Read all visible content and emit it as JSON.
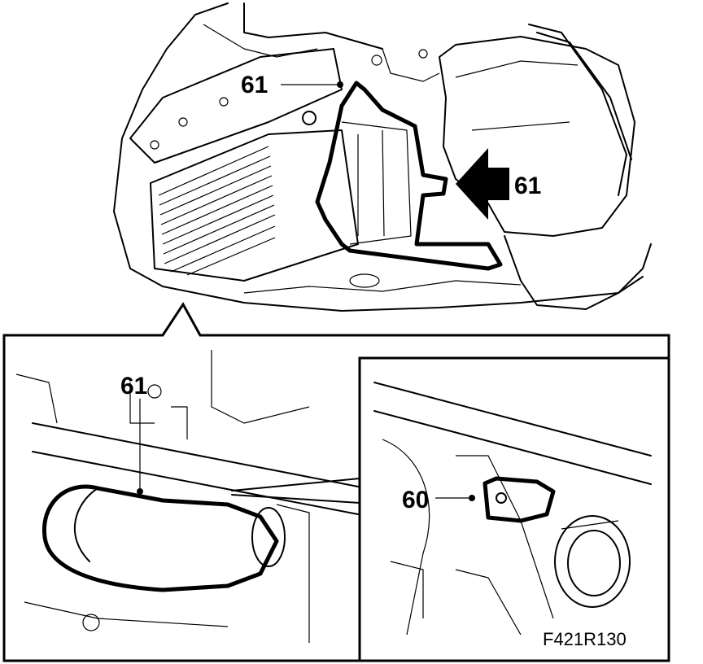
{
  "callouts": {
    "top_bracket_label": "61",
    "top_arrow_label": "61",
    "left_inset_label": "61",
    "right_inset_label": "60"
  },
  "figure_id": "F421R130",
  "colors": {
    "ink": "#000000",
    "paper": "#ffffff"
  }
}
